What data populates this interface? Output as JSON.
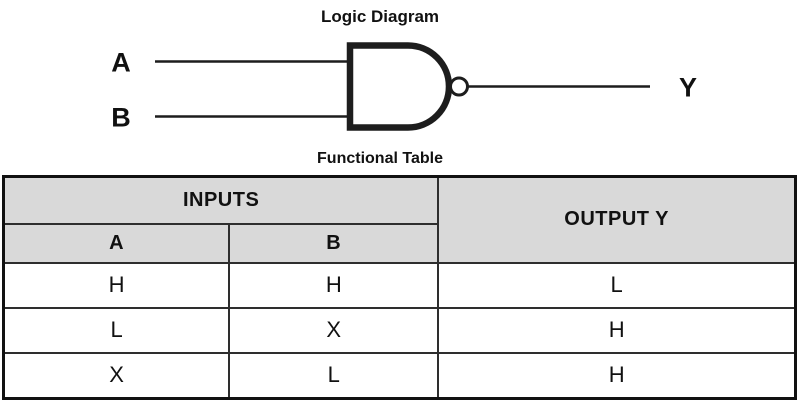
{
  "diagram": {
    "title": "Logic Diagram",
    "gate_type": "nand",
    "inputs": [
      {
        "label": "A"
      },
      {
        "label": "B"
      }
    ],
    "output_label": "Y",
    "line_color": "#1d1d1d"
  },
  "table": {
    "title": "Functional Table",
    "header": {
      "inputs_label": "INPUTS",
      "output_label": "OUTPUT Y",
      "input_columns": [
        "A",
        "B"
      ]
    },
    "rows": [
      [
        "H",
        "H",
        "L"
      ],
      [
        "L",
        "X",
        "H"
      ],
      [
        "X",
        "L",
        "H"
      ]
    ],
    "header_bg": "#d9d9d9",
    "border_color": "#111111"
  }
}
